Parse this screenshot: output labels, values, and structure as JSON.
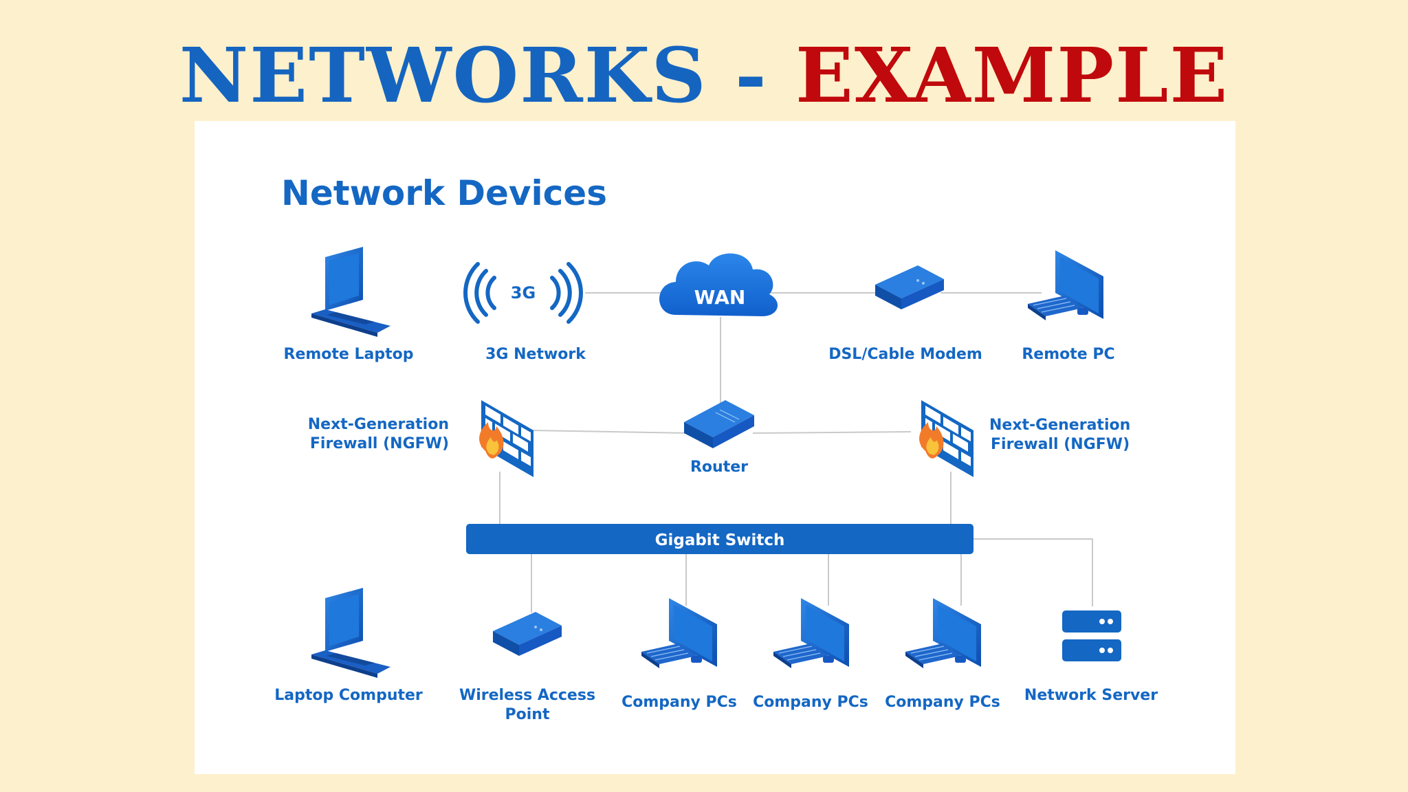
{
  "title": {
    "part1": "NETWORKS",
    "separator": "-",
    "part2": "EXAMPLE"
  },
  "colors": {
    "background": "#fdf0cc",
    "title_blue": "#1565c0",
    "title_red": "#c0090c",
    "device_blue": "#1467c3"
  },
  "diagram": {
    "heading": "Network Devices",
    "nodes": {
      "remote_laptop": "Remote Laptop",
      "network_3g": "3G Network",
      "network_3g_icon_text": "3G",
      "wan": "WAN",
      "dsl_modem": "DSL/Cable Modem",
      "remote_pc": "Remote PC",
      "firewall_left": [
        "Next-Generation",
        "Firewall (NGFW)"
      ],
      "router": "Router",
      "firewall_right": [
        "Next-Generation",
        "Firewall (NGFW)"
      ],
      "switch": "Gigabit Switch",
      "laptop_computer": "Laptop Computer",
      "wireless_ap": [
        "Wireless Access",
        "Point"
      ],
      "company_pcs_1": "Company PCs",
      "company_pcs_2": "Company PCs",
      "company_pcs_3": "Company PCs",
      "network_server": "Network Server"
    },
    "icons": {
      "laptop": "laptop-icon",
      "signal": "wireless-signal-icon",
      "cloud": "cloud-icon",
      "modem": "modem-icon",
      "desktop": "desktop-pc-icon",
      "firewall": "firewall-icon",
      "router": "router-icon",
      "server": "server-icon"
    }
  }
}
